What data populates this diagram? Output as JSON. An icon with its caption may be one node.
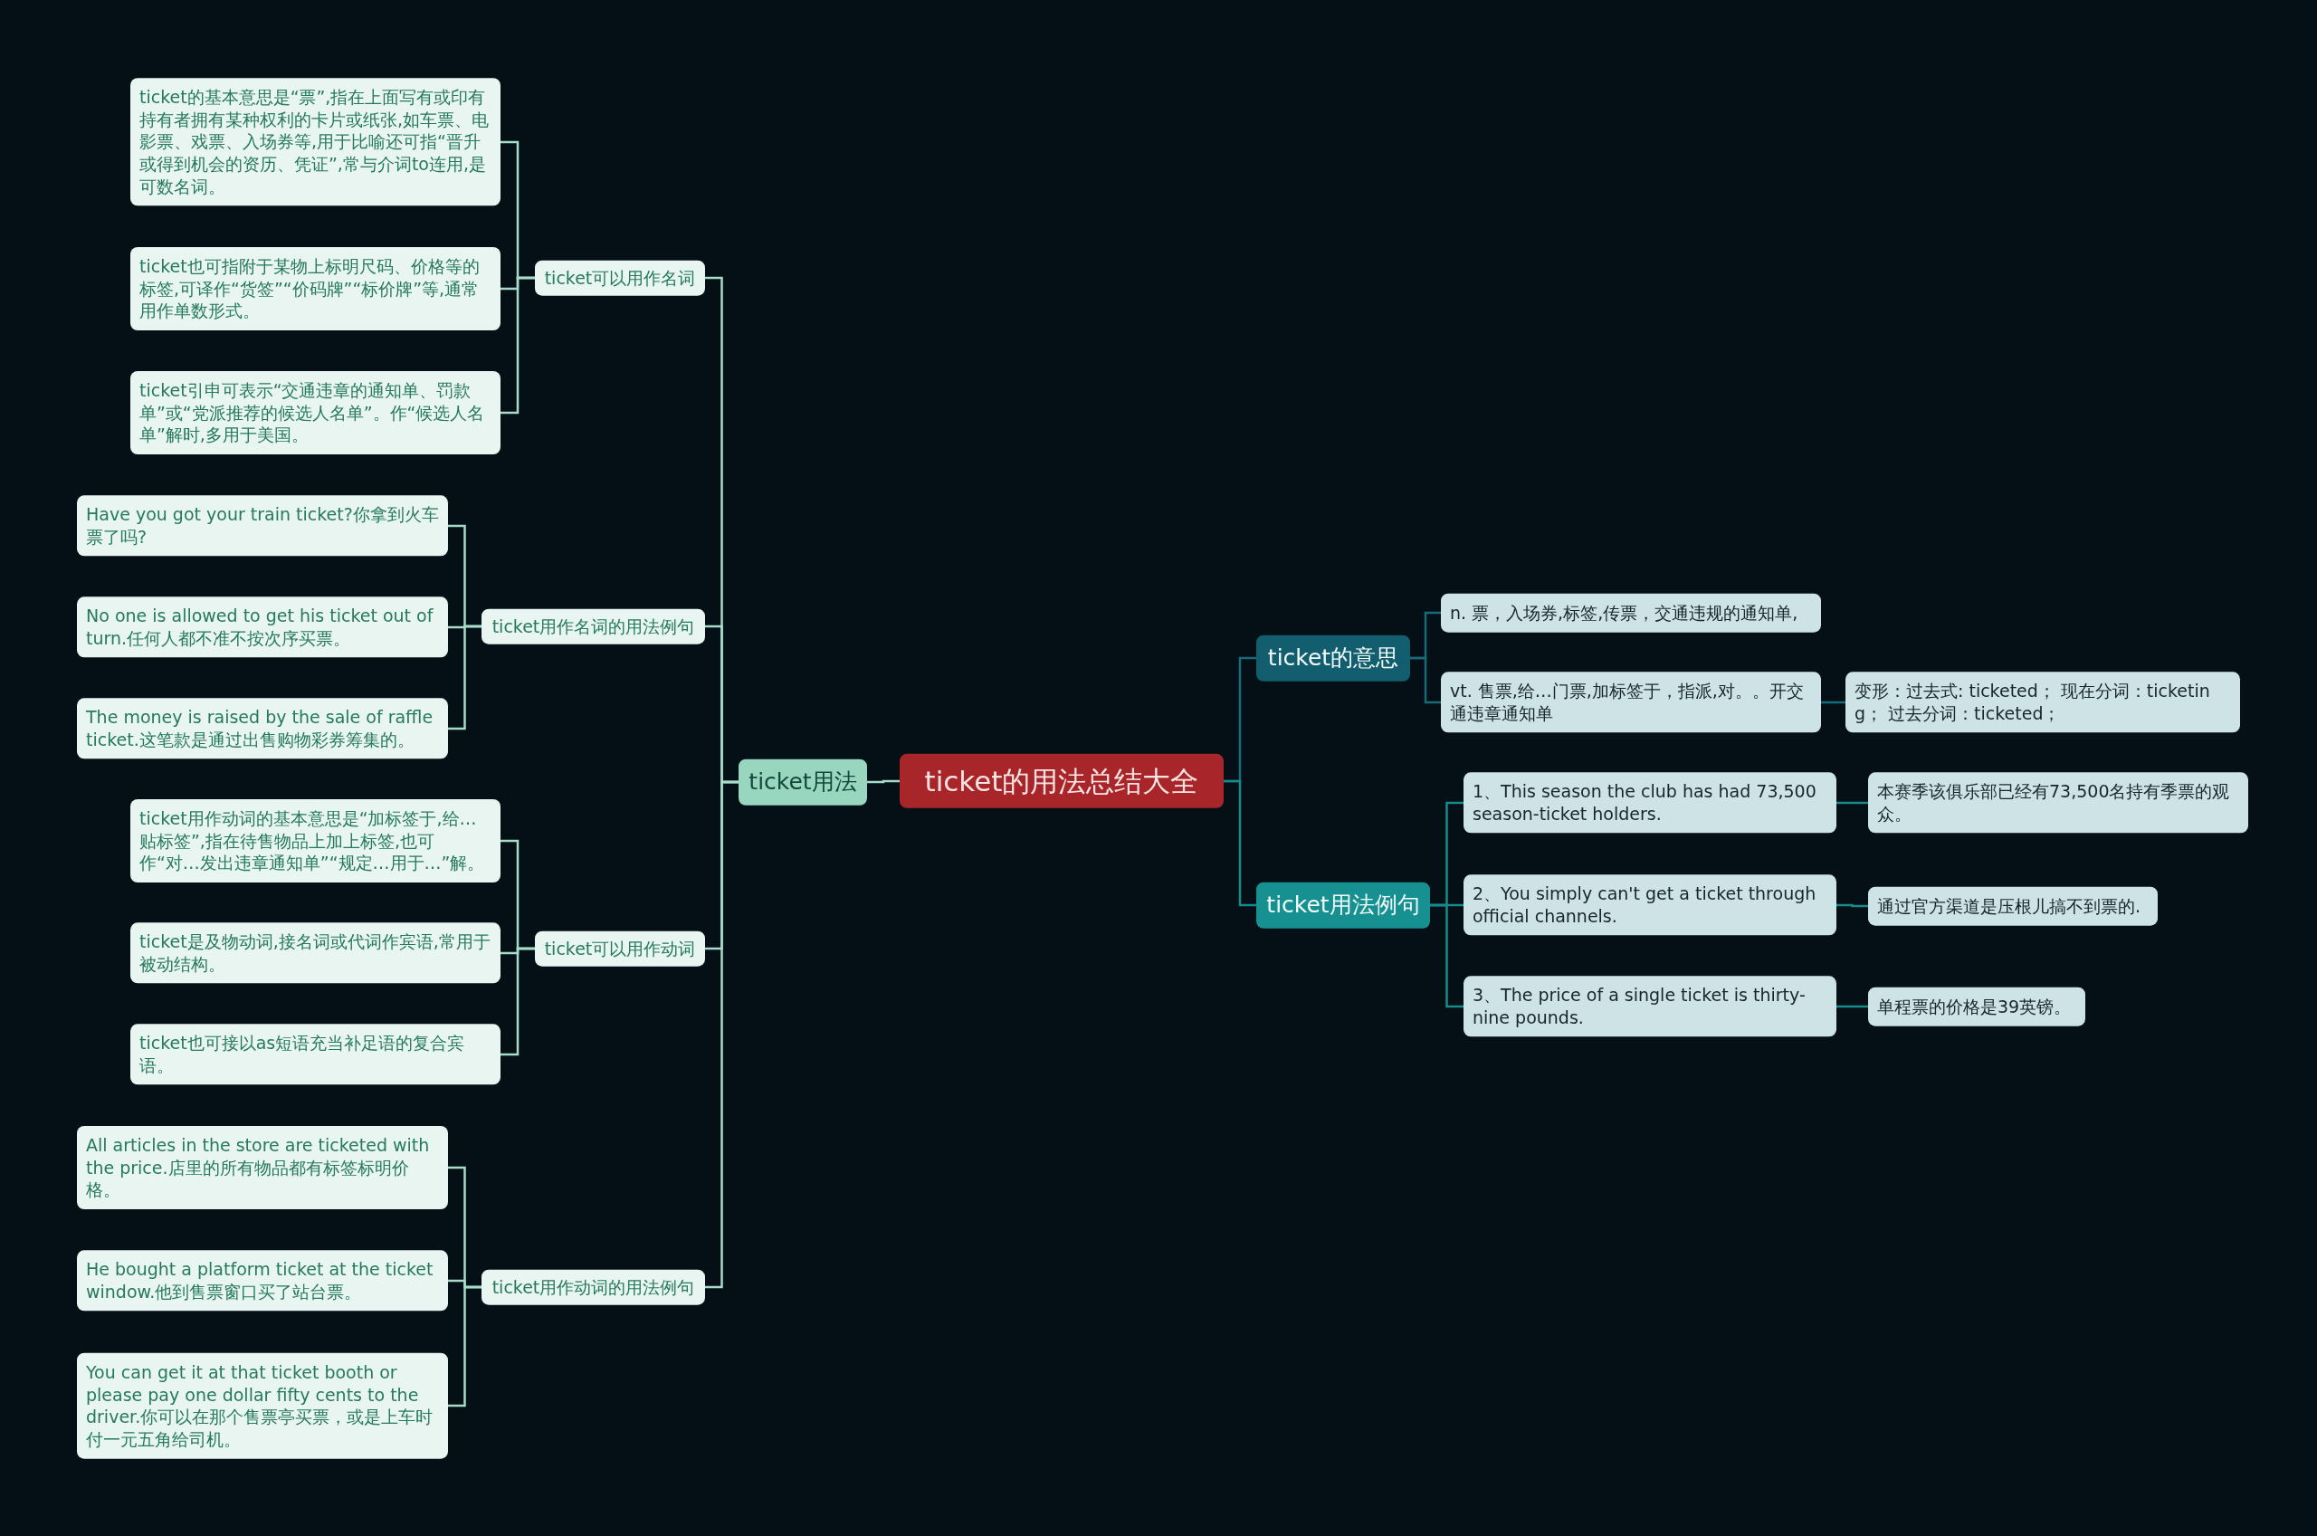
{
  "diagram": {
    "nodes": [
      {
        "text": [
          "ticket的用法总结大全"
        ]
      },
      {
        "text": [
          "ticket用法"
        ]
      },
      {
        "text": [
          "ticket可以用作名词"
        ]
      },
      {
        "text": [
          "ticket的基本意思是“票”,指在上面写有或印有持有者拥有某种权利的卡片或纸张,如车票、电影票、戏票、入场券等,用于比喻还可指“晋升或得到机会的资历、凭证”,常与介词to连用,是可数名词。"
        ]
      },
      {
        "text": [
          "ticket也可指附于某物上标明尺码、价格等的标签,可译作“货签”“价码牌”“标价牌”等,通常用作单数形式。"
        ]
      },
      {
        "text": [
          "ticket引申可表示“交通违章的通知单、罚款单”或“党派推荐的候选人名单”。作“候选人名单”解时,多用于美国。"
        ]
      },
      {
        "text": [
          "ticket用作名词的用法例句"
        ]
      },
      {
        "text": [
          "Have you got your train ticket?你拿到火车票了吗?"
        ]
      },
      {
        "text": [
          "No one is allowed to get his ticket out of turn.任何人都不准不按次序买票。"
        ]
      },
      {
        "text": [
          "The money is raised by the sale of raffle ticket.这笔款是通过出售购物彩券筹集的。"
        ]
      },
      {
        "text": [
          "ticket可以用作动词"
        ]
      },
      {
        "text": [
          "ticket用作动词的基本意思是“加标签于,给…贴标签”,指在待售物品上加上标签,也可作“对…发出违章通知单”“规定…用于…”解。"
        ]
      },
      {
        "text": [
          "ticket是及物动词,接名词或代词作宾语,常用于被动结构。"
        ]
      },
      {
        "text": [
          "ticket也可接以as短语充当补足语的复合宾语。"
        ]
      },
      {
        "text": [
          "ticket用作动词的用法例句"
        ]
      },
      {
        "text": [
          "All articles in the store are ticketed with the price.店里的所有物品都有标签标明价格。"
        ]
      },
      {
        "text": [
          "He bought a platform ticket at the ticket window.他到售票窗口买了站台票。"
        ]
      },
      {
        "text": [
          "You can get it at that ticket booth or please pay one dollar fifty cents to the driver.你可以在那个售票亭买票，或是上车时付一元五角给司机。"
        ]
      },
      {
        "text": [
          "ticket的意思"
        ]
      },
      {
        "text": [
          "n. 票，入场券,标签,传票，交通违规的通知单,"
        ]
      },
      {
        "text": [
          "vt. 售票,给…门票,加标签于，指派,对。。开交通违章通知单"
        ]
      },
      {
        "text": [
          "变形：过去式: ticketed； 现在分词：ticketing； 过去分词：ticketed；"
        ]
      },
      {
        "text": [
          "ticket用法例句"
        ]
      },
      {
        "text": [
          "1、This season the club has had 73,500 season-ticket holders."
        ]
      },
      {
        "text": [
          "本赛季该俱乐部已经有73,500名持有季票的观众。"
        ]
      },
      {
        "text": [
          "2、You simply can't get a ticket through official channels."
        ]
      },
      {
        "text": [
          "通过官方渠道是压根儿搞不到票的."
        ]
      },
      {
        "text": [
          "3、The price of a single ticket is thirty-nine pounds."
        ]
      },
      {
        "text": [
          "单程票的价格是39英镑。"
        ]
      }
    ],
    "edges": [
      {
        "from": 0,
        "to": 1,
        "arrow": "none"
      },
      {
        "from": 1,
        "to": 2,
        "arrow": "none"
      },
      {
        "from": 2,
        "to": 3,
        "arrow": "none"
      },
      {
        "from": 2,
        "to": 4,
        "arrow": "none"
      },
      {
        "from": 2,
        "to": 5,
        "arrow": "none"
      },
      {
        "from": 1,
        "to": 6,
        "arrow": "none"
      },
      {
        "from": 6,
        "to": 7,
        "arrow": "none"
      },
      {
        "from": 6,
        "to": 8,
        "arrow": "none"
      },
      {
        "from": 6,
        "to": 9,
        "arrow": "none"
      },
      {
        "from": 1,
        "to": 10,
        "arrow": "none"
      },
      {
        "from": 10,
        "to": 11,
        "arrow": "none"
      },
      {
        "from": 10,
        "to": 12,
        "arrow": "none"
      },
      {
        "from": 10,
        "to": 13,
        "arrow": "none"
      },
      {
        "from": 1,
        "to": 14,
        "arrow": "none"
      },
      {
        "from": 14,
        "to": 15,
        "arrow": "none"
      },
      {
        "from": 14,
        "to": 16,
        "arrow": "none"
      },
      {
        "from": 14,
        "to": 17,
        "arrow": "none"
      },
      {
        "from": 0,
        "to": 18,
        "arrow": "none",
        "color": "#1a6b7a"
      },
      {
        "from": 18,
        "to": 19,
        "arrow": "none",
        "color": "#1a6b7a"
      },
      {
        "from": 18,
        "to": 20,
        "arrow": "none",
        "color": "#1a6b7a"
      },
      {
        "from": 20,
        "to": 21,
        "arrow": "none",
        "color": "#1a6b7a"
      },
      {
        "from": 0,
        "to": 22,
        "arrow": "none",
        "color": "#178a8a"
      },
      {
        "from": 22,
        "to": 23,
        "arrow": "none",
        "color": "#178a8a"
      },
      {
        "from": 23,
        "to": 24,
        "arrow": "none",
        "color": "#178a8a"
      },
      {
        "from": 22,
        "to": 25,
        "arrow": "none",
        "color": "#178a8a"
      },
      {
        "from": 25,
        "to": 26,
        "arrow": "none",
        "color": "#178a8a"
      },
      {
        "from": 22,
        "to": 27,
        "arrow": "none",
        "color": "#178a8a"
      },
      {
        "from": 27,
        "to": 28,
        "arrow": "none",
        "color": "#178a8a"
      }
    ]
  }
}
